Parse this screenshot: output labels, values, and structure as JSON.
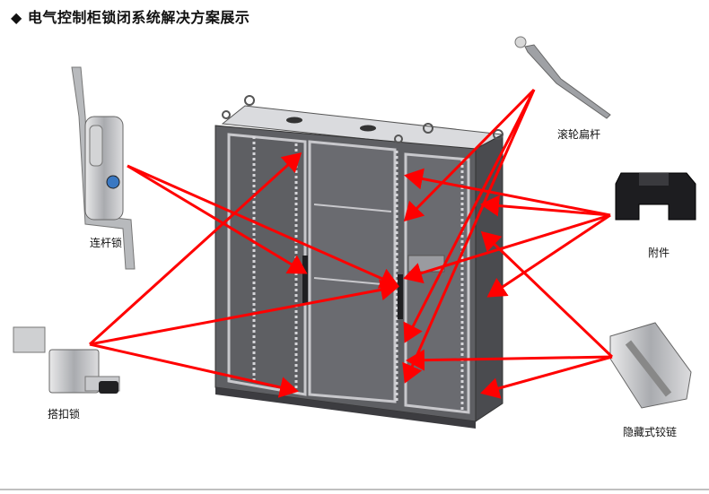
{
  "title": {
    "marker": "◆",
    "text": "电气控制柜锁闭系统解决方案展示"
  },
  "components": {
    "rod_lock": "连杆锁",
    "roller_flat_bar": "滚轮扁杆",
    "accessory": "附件",
    "latch_lock": "搭扣锁",
    "hidden_hinge": "隐藏式铰链"
  },
  "colors": {
    "arrow": "#ff0000",
    "cabinet": "#6e6e72",
    "frame": "#c8c8cc"
  }
}
